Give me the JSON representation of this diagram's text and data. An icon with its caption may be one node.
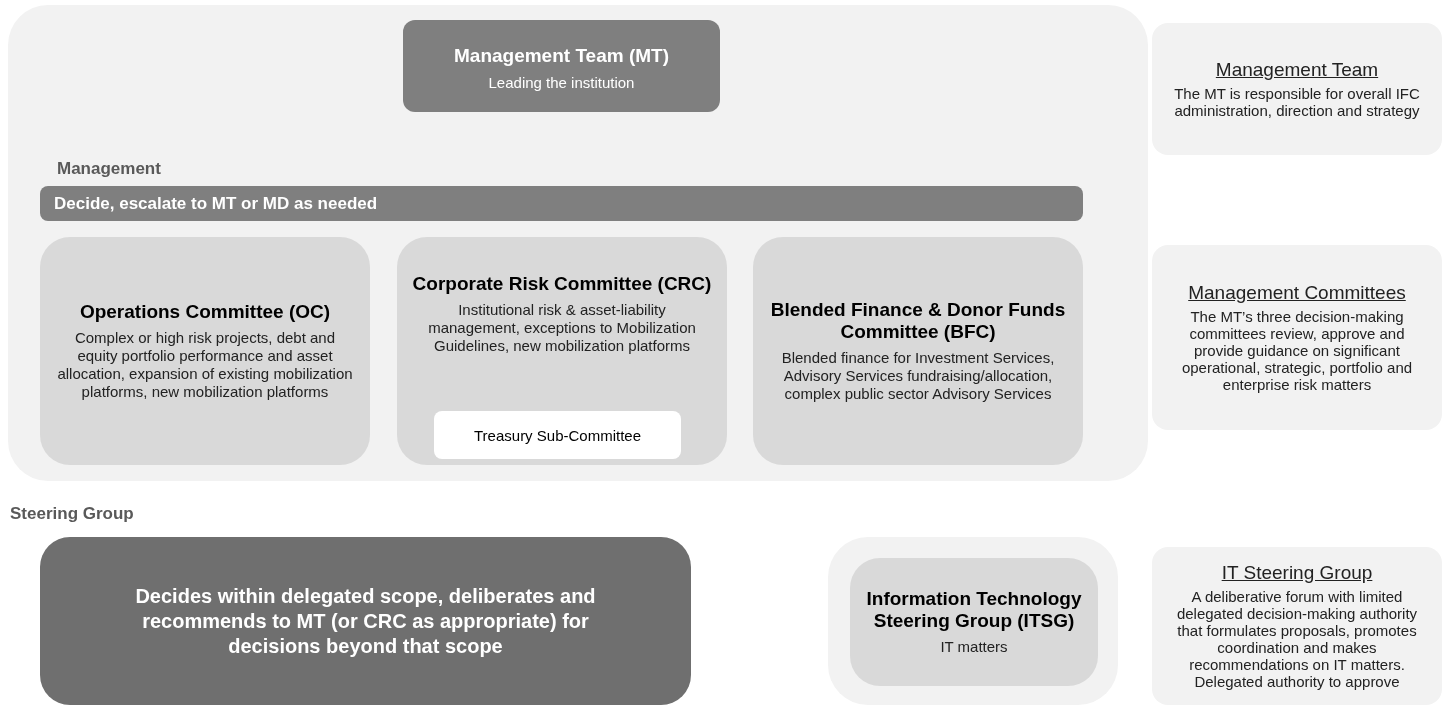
{
  "diagram": {
    "nodes": [
      {
        "text": [],
        "shape": "box"
      },
      {
        "text": [
          "Management Team (MT)",
          "Leading the institution"
        ],
        "in": 0
      },
      {
        "text": [
          "Management",
          "Decide, escalate to MT or MD as needed"
        ],
        "in": 0
      },
      {
        "text": [
          "Operations Committee (OC)",
          "Complex or high risk projects, debt and equity portfolio performance and asset allocation, expansion of existing mobilization platforms, new mobilization platforms"
        ],
        "in": 0
      },
      {
        "text": [
          "Corporate Risk Committee (CRC)",
          "Institutional risk & asset-liability management, exceptions to Mobilization Guidelines, new mobilization platforms"
        ],
        "in": 0
      },
      {
        "text": [
          "Treasury Sub-Committee"
        ],
        "in": 4
      },
      {
        "text": [
          "Blended Finance & Donor Funds Committee (BFC)",
          "Blended finance for Investment Services, Advisory Services fundraising/allocation, complex public sector Advisory Services"
        ],
        "in": 0
      },
      {
        "text": [
          "Steering Group",
          "Decides within delegated scope, deliberates and recommends to MT (or CRC as appropriate) for decisions beyond that scope"
        ]
      },
      {
        "text": [],
        "shape": "box"
      },
      {
        "text": [
          "Information Technology Steering Group (ITSG)",
          "IT matters"
        ],
        "in": 8
      },
      {
        "text": [
          "Management Team",
          "The MT is responsible for overall IFC administration, direction and strategy"
        ]
      },
      {
        "text": [
          "Management Committees",
          "The MT’s three decision-making committees review, approve and provide guidance on significant operational, strategic, portfolio and  enterprise risk  matters"
        ]
      },
      {
        "text": [
          "IT Steering Group",
          "A deliberative forum with limited delegated decision-making authority that formulates proposals, promotes coordination and makes recommendations on IT matters. Delegated authority to approve"
        ]
      }
    ],
    "edges": []
  }
}
